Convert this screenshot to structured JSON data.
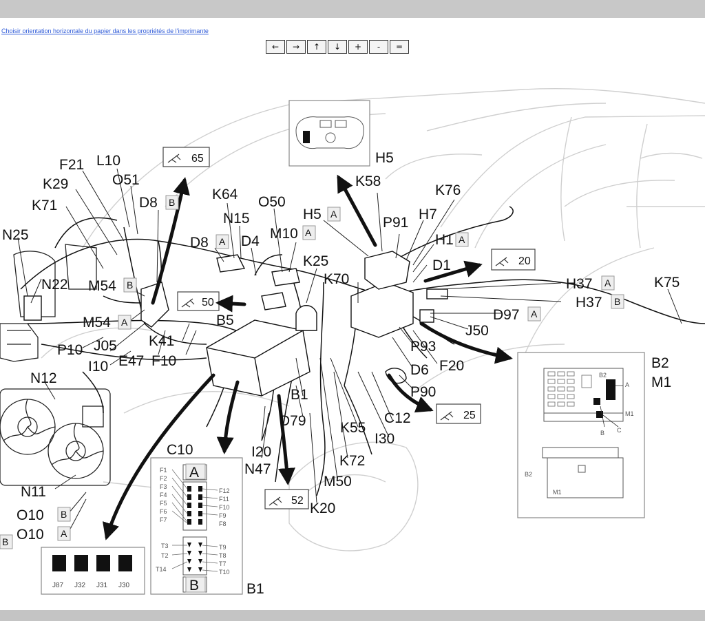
{
  "hint_link": "Choisir orientation horizontale du papier dans les propriétés de l'imprimante",
  "nav_buttons": [
    {
      "name": "nav-left-button",
      "glyph": "←"
    },
    {
      "name": "nav-right-button",
      "glyph": "→"
    },
    {
      "name": "nav-up-button",
      "glyph": "↑"
    },
    {
      "name": "nav-down-button",
      "glyph": "↓"
    },
    {
      "name": "zoom-in-button",
      "glyph": "+"
    },
    {
      "name": "zoom-out-button",
      "glyph": "-"
    },
    {
      "name": "fit-button",
      "glyph": "="
    }
  ],
  "colors": {
    "line": "#111111",
    "ghost": "#c9c9c9",
    "frame": "#888888"
  },
  "labels": {
    "F21": "F21",
    "L10": "L10",
    "K29": "K29",
    "O51": "O51",
    "K71": "K71",
    "D8": "D8",
    "K64": "K64",
    "N15": "N15",
    "O50": "O50",
    "H5": "H5",
    "K58": "K58",
    "K76": "K76",
    "H7": "H7",
    "P91": "P91",
    "H1": "H1",
    "N25": "N25",
    "D4": "D4",
    "M10": "M10",
    "N22": "N22",
    "M54": "M54",
    "K25": "K25",
    "K70": "K70",
    "D1": "D1",
    "H37": "H37",
    "K75": "K75",
    "B5": "B5",
    "D97": "D97",
    "J50": "J50",
    "J05": "J05",
    "K41": "K41",
    "P10": "P10",
    "P93": "P93",
    "I10": "I10",
    "E47": "E47",
    "F10": "F10",
    "D6": "D6",
    "F20": "F20",
    "B2": "B2",
    "M1": "M1",
    "N12": "N12",
    "B1": "B1",
    "P90": "P90",
    "D79": "D79",
    "C12": "C12",
    "K55": "K55",
    "I30": "I30",
    "C10": "C10",
    "I20": "I20",
    "K72": "K72",
    "N47": "N47",
    "N11": "N11",
    "M50": "M50",
    "O10": "O10",
    "K20": "K20",
    "A": "A",
    "B": "B"
  },
  "refs": {
    "r65": "65",
    "r50": "50",
    "r20": "20",
    "r25": "25",
    "r52": "52"
  },
  "inset_b1_left": [
    "F1",
    "F2",
    "F3",
    "F4",
    "F5",
    "F6",
    "F7",
    "T3",
    "T2",
    "T14"
  ],
  "inset_b1_right": [
    "F12",
    "F11",
    "F10",
    "F9",
    "F8",
    "T9",
    "T8",
    "T7",
    "T10"
  ],
  "inset_jpins": [
    "J87",
    "J32",
    "J31",
    "J30"
  ],
  "inset_fuse": {
    "b2": "B2",
    "m1": "M1",
    "a": "A",
    "b": "B",
    "c": "C"
  }
}
